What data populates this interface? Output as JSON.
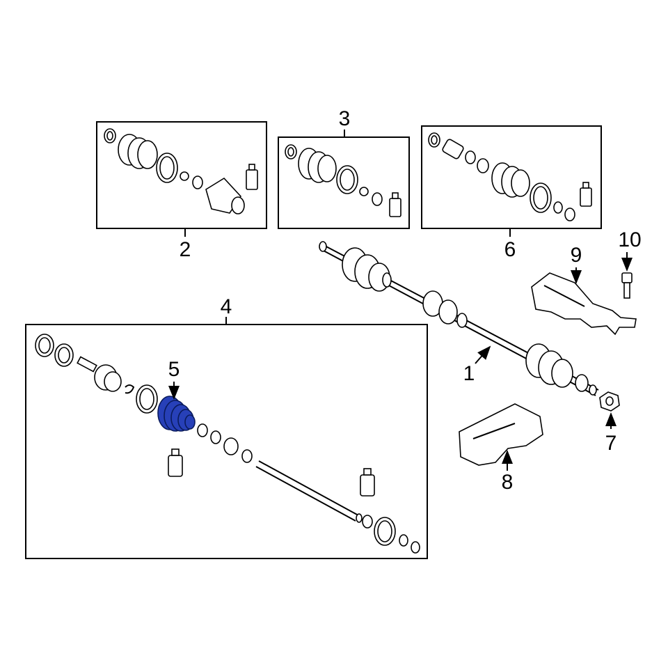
{
  "diagram": {
    "callouts": [
      {
        "id": "1",
        "label": "1"
      },
      {
        "id": "2",
        "label": "2"
      },
      {
        "id": "3",
        "label": "3"
      },
      {
        "id": "4",
        "label": "4"
      },
      {
        "id": "5",
        "label": "5"
      },
      {
        "id": "6",
        "label": "6"
      },
      {
        "id": "7",
        "label": "7"
      },
      {
        "id": "8",
        "label": "8"
      },
      {
        "id": "9",
        "label": "9"
      },
      {
        "id": "10",
        "label": "10"
      }
    ],
    "highlighted_part": "5",
    "colors": {
      "highlight": "#2740b8",
      "line": "#000000",
      "background": "#ffffff"
    }
  }
}
